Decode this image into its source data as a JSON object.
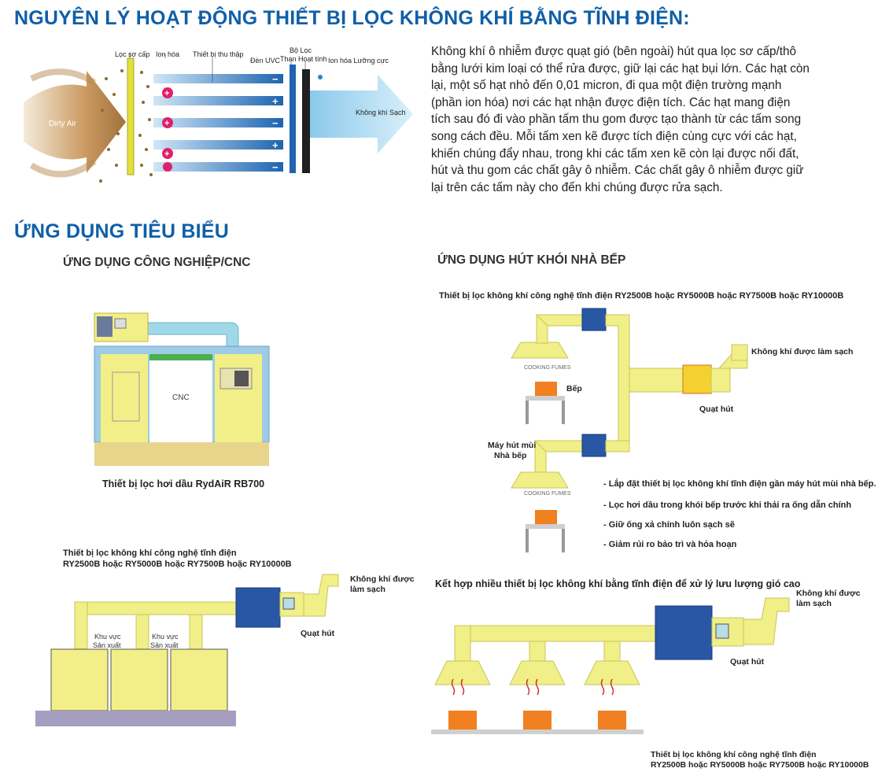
{
  "principle": {
    "title": "NGUYÊN LÝ HOẠT ĐỘNG THIẾT BỊ LỌC KHÔNG KHÍ BẰNG TĨNH ĐIỆN:",
    "paragraph_lines": [
      "Không khí ô nhiễm được quạt gió (bên ngoài) hút qua lọc sơ cấp/thô",
      "bằng lưới kim loại có thể rửa được, giữ lại các hạt bụi lớn. Các hạt còn",
      "lại, một số hạt nhỏ đến 0,01 micron, đi qua một điện trường mạnh",
      "(phần ion hóa) nơi các hạt nhận được điện tích. Các hạt mang điện",
      "tích sau đó đi vào phần tấm thu gom được tạo thành từ các tấm song",
      "song cách đều. Mỗi tấm xen kẽ được tích điện cùng cực với các hạt,",
      "khiến chúng đẩy nhau, trong khi các tấm xen kẽ còn lại được nối đất,",
      "hút và thu gom các chất gây ô nhiễm. Các chất gây ô nhiễm được giữ",
      "lại trên các tấm này cho đến khi chúng được rửa sạch."
    ],
    "diagram_labels": {
      "prefilter": "Lọc sơ cấp",
      "ionizer": "Ion hóa",
      "collector": "Thiết bị thu thập",
      "uvc": "Đèn UVC",
      "carbon_line1": "Bộ Lọc",
      "carbon_line2": "Than Hoạt tính",
      "bipolar": "Ion hóa Lưỡng cực",
      "dirty_air": "Dirty Air",
      "clean_air": "Không khí Sạch",
      "plus": "+",
      "minus": "−"
    }
  },
  "applications": {
    "title": "ỨNG DỤNG TIÊU BIỂU",
    "industrial": {
      "heading": "ỨNG DỤNG CÔNG NGHIỆP/CNC",
      "cnc_label": "CNC",
      "cnc_caption": "Thiết bị lọc hơi dầu RydAiR RB700",
      "factory_caption_line1": "Thiết bị lọc không khí công nghệ tĩnh điện",
      "factory_caption_line2": "RY2500B hoặc RY5000B hoặc RY7500B hoặc RY10000B",
      "clean_air_line1": "Không khí được",
      "clean_air_line2": "làm sạch",
      "fan": "Quạt hút",
      "zone_line1": "Khu vực",
      "zone_line2": "Sản xuất"
    },
    "kitchen": {
      "heading": "ỨNG DỤNG HÚT KHÓI NHÀ BẾP",
      "caption": "Thiết bị lọc không khí công nghệ tĩnh điện RY2500B hoặc RY5000B hoặc RY7500B hoặc RY10000B",
      "clean_air": "Không khí được làm sạch",
      "stove": "Bếp",
      "fan": "Quạt hút",
      "hood_line1": "Máy hút mùi",
      "hood_line2": "Nhà bếp",
      "fumes": "COOKING FUMES",
      "bullets": [
        "- Lắp đặt thiết bị lọc không khí tĩnh điện gần máy hút mùi nhà bếp.",
        "- Lọc hơi dầu trong khói bếp trước khi thải ra ống dẫn chính",
        "- Giữ ống xả chính luôn sạch sẽ",
        "- Giảm rủi ro bảo trì và hỏa hoạn"
      ]
    },
    "combined": {
      "heading": "Kết hợp nhiều thiết bị lọc không khí bằng tĩnh điện để xử lý lưu lượng gió cao",
      "clean_air_line1": "Không khí được",
      "clean_air_line2": "làm sạch",
      "fan": "Quạt hút",
      "caption_line1": "Thiết bị lọc không khí công nghệ tĩnh điện",
      "caption_line2": "RY2500B hoặc RY5000B hoặc RY7500B hoặc RY10000B"
    }
  }
}
